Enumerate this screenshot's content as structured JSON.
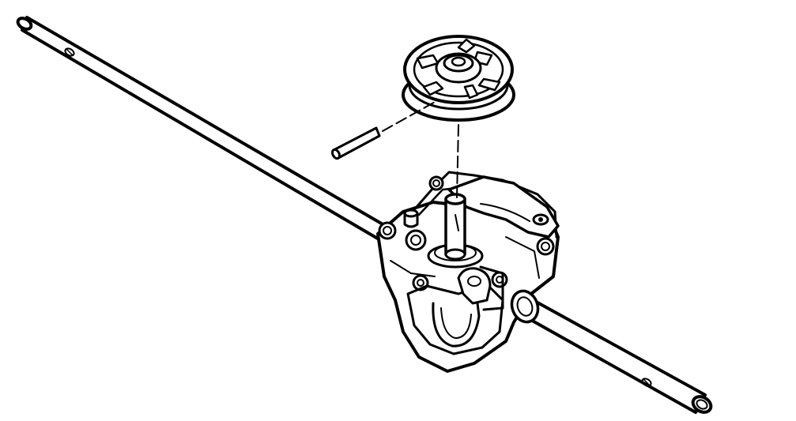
{
  "diagram": {
    "description_text": "",
    "colors": {
      "ink": "#000000",
      "paper": "#ffffff"
    },
    "parts": [
      {
        "id": "axle-shaft"
      },
      {
        "id": "drive-pulley"
      },
      {
        "id": "roll-pin"
      },
      {
        "id": "transmission-gearbox"
      },
      {
        "id": "input-shaft"
      },
      {
        "id": "shift-arm"
      },
      {
        "id": "assembly-lines"
      }
    ]
  }
}
